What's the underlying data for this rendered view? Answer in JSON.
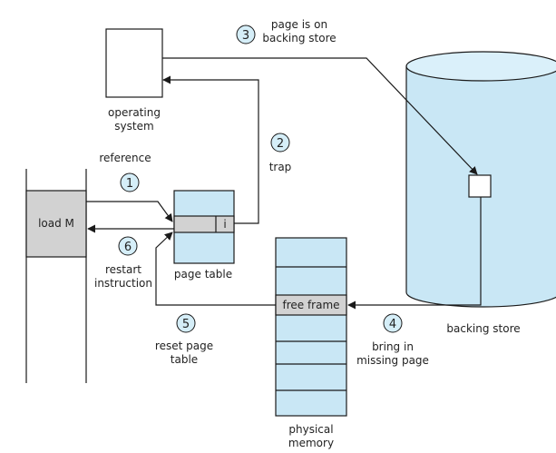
{
  "diagram": {
    "os_label": [
      "operating",
      "system"
    ],
    "reference_label": "reference",
    "load_label": "load M",
    "page_table_entry": "i",
    "page_table_label": "page table",
    "free_frame_label": "free frame",
    "physical_memory_label": [
      "physical",
      "memory"
    ],
    "backing_store_label": "backing store",
    "steps": [
      {
        "num": "1",
        "text": []
      },
      {
        "num": "2",
        "text": [
          "trap"
        ]
      },
      {
        "num": "3",
        "text": [
          "page is on",
          "backing store"
        ]
      },
      {
        "num": "4",
        "text": [
          "bring in",
          "missing page"
        ]
      },
      {
        "num": "5",
        "text": [
          "reset page",
          "table"
        ]
      },
      {
        "num": "6",
        "text": [
          "restart",
          "instruction"
        ]
      }
    ],
    "colors": {
      "table_fill": "#c9e7f5",
      "cylinder_fill": "#c9e7f5",
      "gray_fill": "#d2d2d2",
      "step_circle_fill": "#d5eef8",
      "line": "#1a1a1a"
    }
  }
}
